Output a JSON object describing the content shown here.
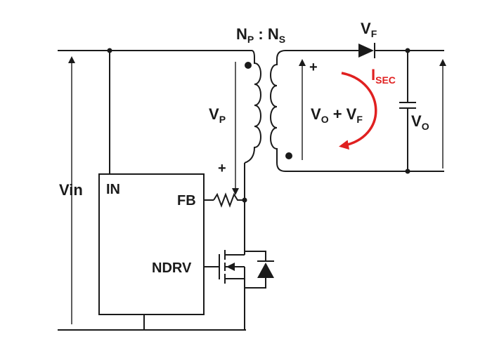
{
  "diagram": {
    "turns_ratio": {
      "np_main": "N",
      "np_sub": "P",
      "separator": ":",
      "ns_main": "N",
      "ns_sub": "S"
    },
    "vf": {
      "main": "V",
      "sub": "F"
    },
    "isec": {
      "main": "I",
      "sub": "SEC"
    },
    "vp": {
      "main": "V",
      "sub": "P"
    },
    "vo_vf": {
      "v1": "V",
      "sub1": "O",
      "plus": " + V",
      "sub2": "F"
    },
    "vo": {
      "main": "V",
      "sub": "O"
    },
    "plus_primary": "+",
    "plus_secondary": "+",
    "vin": "Vin",
    "ic": {
      "in_pin": "IN",
      "fb_pin": "FB",
      "ndrv_pin": "NDRV"
    },
    "colors": {
      "wire": "#1a1a1a",
      "isec_arrow": "#e02020"
    }
  }
}
